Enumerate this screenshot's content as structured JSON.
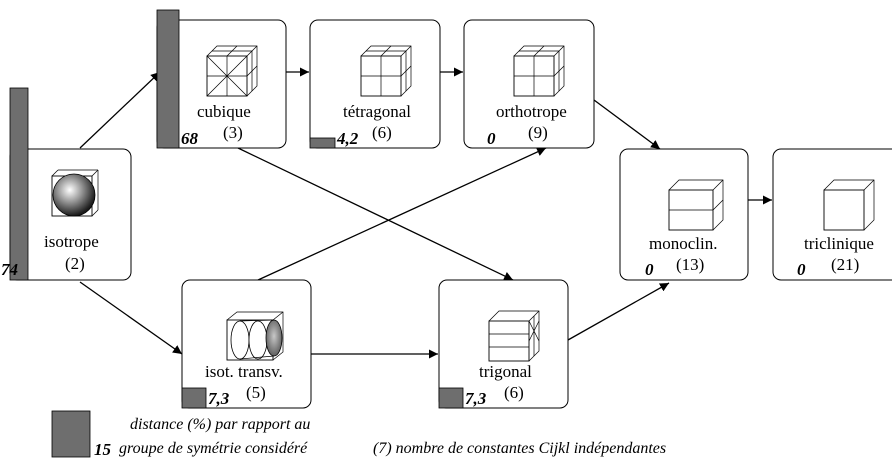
{
  "nodes": {
    "isotrope": {
      "name": "isotrope",
      "count": "(2)",
      "distance": "74",
      "distance_pct": 74
    },
    "cubique": {
      "name": "cubique",
      "count": "(3)",
      "distance": "68",
      "distance_pct": 68
    },
    "tetragonal": {
      "name": "tétragonal",
      "count": "(6)",
      "distance": "4,2",
      "distance_pct": 4.2
    },
    "orthotrope": {
      "name": "orthotrope",
      "count": "(9)",
      "distance": "0",
      "distance_pct": 0
    },
    "monoclin": {
      "name": "monoclin.",
      "count": "(13)",
      "distance": "0",
      "distance_pct": 0
    },
    "triclinique": {
      "name": "triclinique",
      "count": "(21)",
      "distance": "0",
      "distance_pct": 0
    },
    "isot_transv": {
      "name": "isot. transv.",
      "count": "(5)",
      "distance": "7,3",
      "distance_pct": 7.3
    },
    "trigonal": {
      "name": "trigonal",
      "count": "(6)",
      "distance": "7,3",
      "distance_pct": 7.3
    }
  },
  "edges": [
    [
      "isotrope",
      "cubique"
    ],
    [
      "isotrope",
      "isot_transv"
    ],
    [
      "cubique",
      "tetragonal"
    ],
    [
      "cubique",
      "trigonal"
    ],
    [
      "tetragonal",
      "orthotrope"
    ],
    [
      "orthotrope",
      "monoclin"
    ],
    [
      "isot_transv",
      "orthotrope"
    ],
    [
      "isot_transv",
      "trigonal"
    ],
    [
      "trigonal",
      "monoclin"
    ],
    [
      "monoclin",
      "triclinique"
    ]
  ],
  "legend": {
    "value": "15",
    "value_pct": 15,
    "line1": "distance (%) par rapport au",
    "line2": "groupe de symétrie considéré",
    "line3": "(7) nombre de constantes Cijkl indépendantes"
  },
  "icons": {
    "isotrope": "sphere-in-cube-icon",
    "cubique": "cube-cubic-subdivision-icon",
    "tetragonal": "cube-tetragonal-subdivision-icon",
    "orthotrope": "cube-orthotropic-subdivision-icon",
    "monoclin": "cube-monoclinic-subdivision-icon",
    "triclinique": "plain-cube-icon",
    "isot_transv": "cylinders-in-cube-icon",
    "trigonal": "cube-trigonal-subdivision-icon"
  },
  "colors": {
    "bar": "#6e6e6e",
    "line": "#000000",
    "box": "#ffffff"
  }
}
